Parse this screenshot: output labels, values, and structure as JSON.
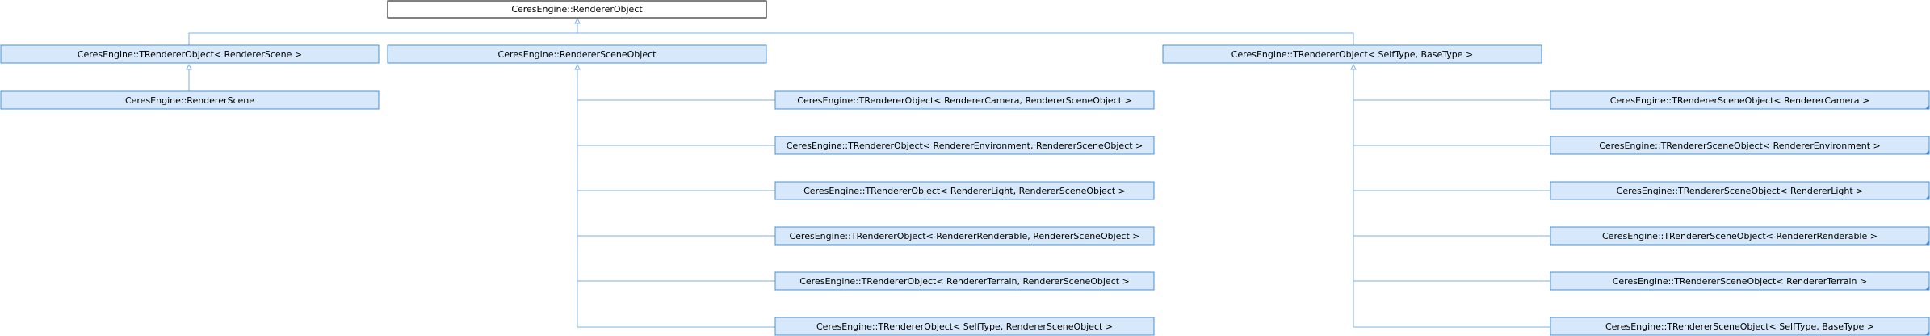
{
  "colors": {
    "root_fill": "#ffffff",
    "root_stroke": "#000000",
    "node_fill": "#d6e8fa",
    "node_stroke": "#4a8fd8",
    "edge": "#7fb2e5",
    "text": "#000000"
  },
  "nodes": {
    "root": "CeresEngine::RendererObject",
    "tro_scene": "CeresEngine::TRendererObject< RendererScene >",
    "renderer_scene_object": "CeresEngine::RendererSceneObject",
    "tro_selftype_basetype": "CeresEngine::TRendererObject< SelfType, BaseType >",
    "renderer_scene": "CeresEngine::RendererScene",
    "tro_camera": "CeresEngine::TRendererObject< RendererCamera, RendererSceneObject >",
    "tro_environment": "CeresEngine::TRendererObject< RendererEnvironment, RendererSceneObject >",
    "tro_light": "CeresEngine::TRendererObject< RendererLight, RendererSceneObject >",
    "tro_renderable": "CeresEngine::TRendererObject< RendererRenderable, RendererSceneObject >",
    "tro_terrain": "CeresEngine::TRendererObject< RendererTerrain, RendererSceneObject >",
    "tro_selftype_rso": "CeresEngine::TRendererObject< SelfType, RendererSceneObject >",
    "trso_camera": "CeresEngine::TRendererSceneObject< RendererCamera >",
    "trso_environment": "CeresEngine::TRendererSceneObject< RendererEnvironment >",
    "trso_light": "CeresEngine::TRendererSceneObject< RendererLight >",
    "trso_renderable": "CeresEngine::TRendererSceneObject< RendererRenderable >",
    "trso_terrain": "CeresEngine::TRendererSceneObject< RendererTerrain >",
    "trso_selftype_basetype": "CeresEngine::TRendererSceneObject< SelfType, BaseType >"
  }
}
